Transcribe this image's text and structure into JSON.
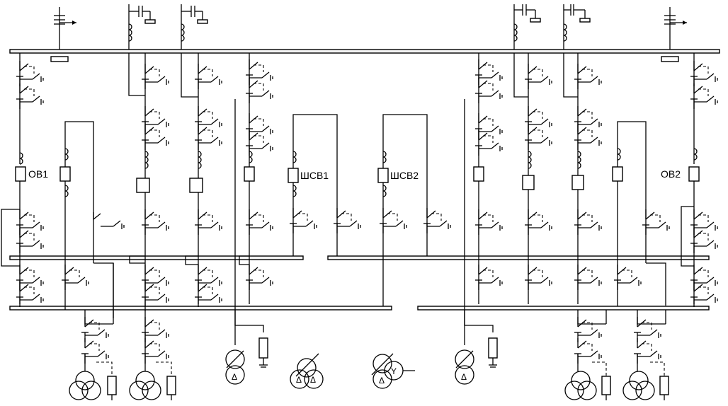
{
  "diagram": {
    "labels": {
      "ov1": "ОВ1",
      "shsv1": "ШСВ1",
      "shsv2": "ШСВ2",
      "ov2": "ОВ2"
    },
    "winding_symbols": {
      "delta": "Δ",
      "wye": "Y"
    },
    "colors": {
      "line": "#000000",
      "bus_fill": "#f2f2f2",
      "background": "#ffffff"
    },
    "icons": [
      "disconnector-icon",
      "grounding-switch-icon",
      "breaker-icon",
      "current-transformer-icon",
      "capacitor-icon",
      "transformer-icon",
      "reactor-icon",
      "lightning-arrester-icon"
    ]
  }
}
